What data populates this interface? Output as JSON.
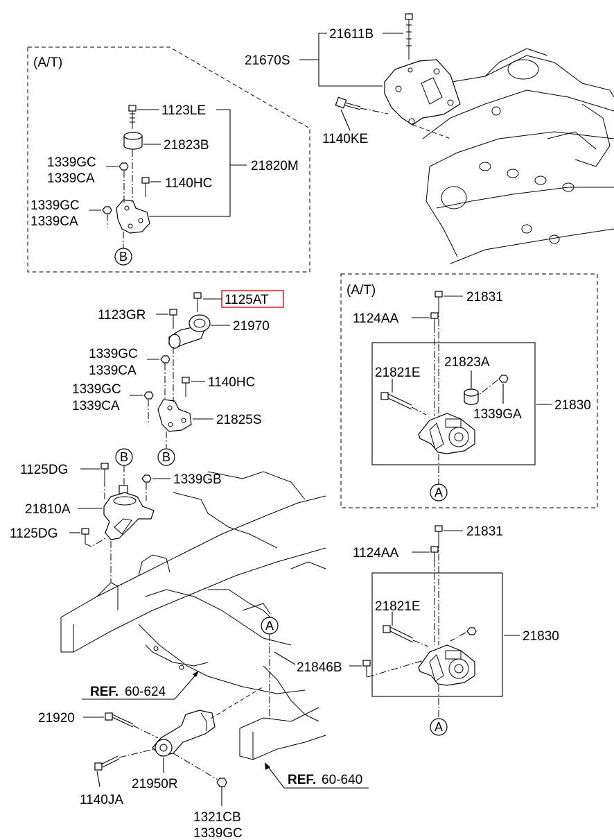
{
  "sections": {
    "at_top_left": "(A/T)",
    "at_right": "(A/T)"
  },
  "callouts": {
    "p21611B": "21611B",
    "p21670S": "21670S",
    "p1140KE": "1140KE",
    "p1123LE": "1123LE",
    "p21823B": "21823B",
    "p21820M": "21820M",
    "p1339GC_a": "1339GC",
    "p1339CA_a": "1339CA",
    "p1140HC_a": "1140HC",
    "p1339GC_b": "1339GC",
    "p1339CA_b": "1339CA",
    "p1125AT": "1125AT",
    "p1123GR": "1123GR",
    "p21970": "21970",
    "p1339GC_c": "1339GC",
    "p1339CA_c": "1339CA",
    "p1140HC_b": "1140HC",
    "p1339GC_d": "1339GC",
    "p1339CA_d": "1339CA",
    "p21825S": "21825S",
    "p1125DG_a": "1125DG",
    "p1339GB": "1339GB",
    "p21810A": "21810A",
    "p1125DG_b": "1125DG",
    "p21831_a": "21831",
    "p1124AA_a": "1124AA",
    "p21821E_a": "21821E",
    "p21823A": "21823A",
    "p1339GA": "1339GA",
    "p21830_a": "21830",
    "p21831_b": "21831",
    "p1124AA_b": "1124AA",
    "p21821E_b": "21821E",
    "p21830_b": "21830",
    "p21846B": "21846B",
    "p21920": "21920",
    "p21950R": "21950R",
    "p1140JA": "1140JA",
    "p1321CB": "1321CB",
    "p1339GC_e": "1339GC"
  },
  "markers": {
    "b1": "B",
    "b2": "B",
    "b3": "B",
    "a1": "A",
    "a2": "A",
    "a3": "A"
  },
  "references": {
    "ref1_bold": "REF.",
    "ref1_num": "60-624",
    "ref2_bold": "REF.",
    "ref2_num": "60-640"
  },
  "highlight": {
    "part": "1125AT",
    "color": "#e32626"
  }
}
